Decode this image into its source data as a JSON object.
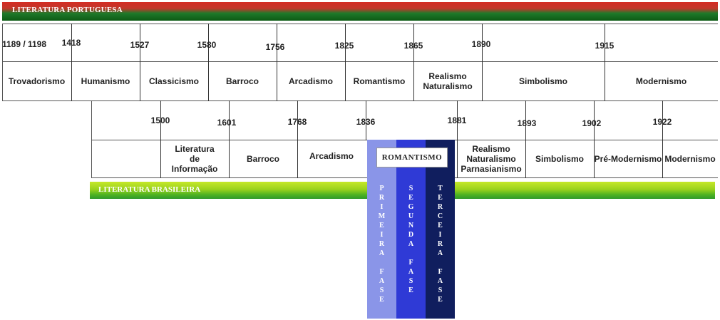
{
  "portugal": {
    "band_label": "LITERATURA PORTUGUESA",
    "years": [
      "1189 / 1198",
      "1418",
      "1527",
      "1580",
      "1756",
      "1825",
      "1865",
      "1890",
      "1915"
    ],
    "periods": [
      "Trovadorismo",
      "Humanismo",
      "Classicismo",
      "Barroco",
      "Arcadismo",
      "Romantismo",
      "Realismo\nNaturalismo",
      "Simbolismo",
      "Modernismo"
    ]
  },
  "brasil": {
    "band_label": "LITERATURA BRASILEIRA",
    "years": [
      "1500",
      "1601",
      "1768",
      "1836",
      "1881",
      "1893",
      "1902",
      "1922"
    ],
    "periods": [
      "Literatura\nde\nInformação",
      "Barroco",
      "Arcadismo",
      "Realismo\nNaturalismo\nParnasianismo",
      "Simbolismo",
      "Pré-Modernismo",
      "Modernismo"
    ],
    "romantismo_label": "ROMANTISMO",
    "phases": [
      {
        "text": "PRIMEIRA FASE",
        "color": "#8a95e8"
      },
      {
        "text": "SEGUNDA FASE",
        "color": "#2f3ad6"
      },
      {
        "text": "TERCEIRA FASE",
        "color": "#101e5e"
      }
    ]
  },
  "colors": {
    "portugal_band_top": "#c0392b",
    "portugal_band_bottom": "#0e5a14",
    "brasil_band_top": "#c6e82a",
    "brasil_band_bottom": "#2f9a2c"
  }
}
